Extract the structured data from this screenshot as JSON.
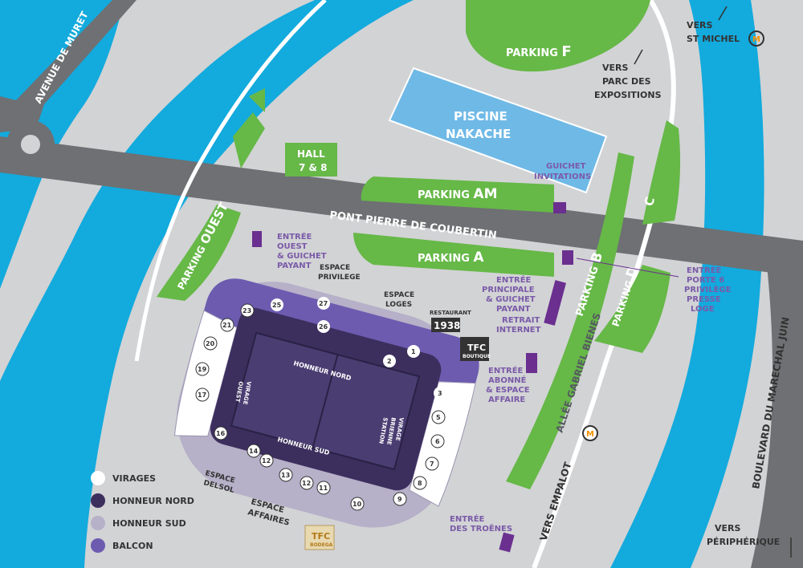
{
  "colors": {
    "background": "#d2d3d5",
    "water": "#13aadd",
    "green": "#66b847",
    "road": "#6e7073",
    "pool": "#6fb9e6",
    "entrance": "#6a2f8f",
    "honneur_nord": "#3c2f5e",
    "honneur_sud": "#b6b0c8",
    "balcon": "#6d5bb0",
    "virages": "#ffffff"
  },
  "roads": {
    "avenue_muret": "AVENUE DE MURET",
    "pont": "PONT PIERRE DE COUBERTIN",
    "allee": "ALLÉE GABRIEL BIENES",
    "boulevard": "BOULEVARD DU MARECHAL JUIN"
  },
  "parkings": {
    "f": {
      "label": "PARKING",
      "letter": "F"
    },
    "am": {
      "label": "PARKING",
      "letter": "AM"
    },
    "a": {
      "label": "PARKING",
      "letter": "A"
    },
    "b": {
      "label": "PARKING",
      "letter": "B"
    },
    "c": {
      "letter": "C"
    },
    "d": {
      "label": "PARKING",
      "letter": "D"
    },
    "ouest": {
      "label": "PARKING",
      "letter": "OUEST"
    }
  },
  "places": {
    "hall_line1": "HALL",
    "hall_line2": "7 & 8",
    "piscine_line1": "PISCINE",
    "piscine_line2": "NAKACHE",
    "vers_st_michel_1": "VERS",
    "vers_st_michel_2": "ST MICHEL",
    "vers_parc_1": "VERS",
    "vers_parc_2": "PARC DES",
    "vers_parc_3": "EXPOSITIONS",
    "vers_peripherique_1": "VERS",
    "vers_peripherique_2": "PÉRIPHÉRIQUE",
    "vers_empalot": "VERS EMPALOT",
    "metro_letter": "M"
  },
  "entrances": {
    "guichet_1": "GUICHET",
    "guichet_2": "INVITATIONS",
    "ouest_1": "ENTRÉE",
    "ouest_2": "OUEST",
    "ouest_3": "& GUICHET",
    "ouest_4": "PAYANT",
    "principale_1": "ENTRÉE",
    "principale_2": "PRINCIPALE",
    "principale_3": "& GUICHET",
    "principale_4": "PAYANT",
    "retrait_1": "RETRAIT",
    "retrait_2": "INTERNET",
    "abonne_1": "ENTRÉE",
    "abonne_2": "ABONNÉ",
    "abonne_3": "& ESPACE",
    "abonne_4": "AFFAIRE",
    "porte6_1": "ENTRÉE",
    "porte6_2": "PORTE 6",
    "porte6_3": "PRIVILÈGE",
    "porte6_4": "PRESSE",
    "porte6_5": "LOGE",
    "troenes_1": "ENTRÉE",
    "troenes_2": "DES TROÊNES"
  },
  "stadium": {
    "espace_privilege_1": "ESPACE",
    "espace_privilege_2": "PRIVILEGE",
    "espace_loges_1": "ESPACE",
    "espace_loges_2": "LOGES",
    "restaurant_1": "RESTAURANT",
    "restaurant_2": "1938",
    "tfc_boutique_1": "TFC",
    "tfc_boutique_2": "BOUTIQUE",
    "tfc_bodega_1": "TFC",
    "tfc_bodega_2": "BODEGA",
    "espace_delsol_1": "ESPACE",
    "espace_delsol_2": "DELSOL",
    "espace_affaires_1": "ESPACE",
    "espace_affaires_2": "AFFAIRES",
    "honneur_nord": "HONNEUR NORD",
    "honneur_sud": "HONNEUR SUD",
    "virage_ouest_1": "VIRAGE",
    "virage_ouest_2": "OUEST",
    "virage_est_1": "VIRAGE",
    "virage_est_2": "BRIENNE",
    "virage_est_3": "STATION",
    "sections": [
      "1",
      "2",
      "3",
      "5",
      "6",
      "7",
      "8",
      "9",
      "10",
      "11",
      "12",
      "13",
      "12",
      "14",
      "16",
      "17",
      "19",
      "20",
      "21",
      "23",
      "25",
      "26",
      "27"
    ]
  },
  "legend": [
    {
      "label": "VIRAGES",
      "color": "#ffffff"
    },
    {
      "label": "HONNEUR NORD",
      "color": "#3c2f5e"
    },
    {
      "label": "HONNEUR SUD",
      "color": "#b6b0c8"
    },
    {
      "label": "BALCON",
      "color": "#6d5bb0"
    }
  ]
}
